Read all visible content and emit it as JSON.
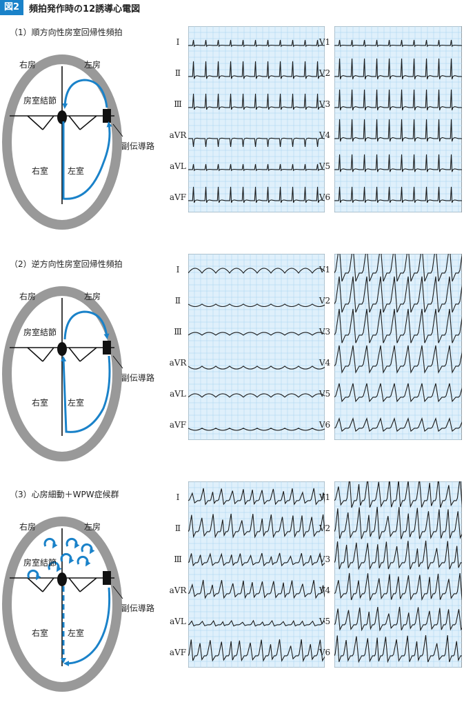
{
  "figure": {
    "badge": "図2",
    "title": "頻拍発作時の12誘導心電図"
  },
  "sections": [
    {
      "caption": "（1）順方向性房室回帰性頻拍",
      "labels": {
        "ra": "右房",
        "la": "左房",
        "avn": "房室結節",
        "rv": "右室",
        "lv": "左室",
        "ap": "副伝導路"
      }
    },
    {
      "caption": "（2）逆方向性房室回帰性頻拍",
      "labels": {
        "ra": "右房",
        "la": "左房",
        "avn": "房室結節",
        "rv": "右室",
        "lv": "左室",
        "ap": "副伝導路"
      }
    },
    {
      "caption": "（3）心房細動＋WPW症候群",
      "labels": {
        "ra": "右房",
        "la": "左房",
        "avn": "房室結節",
        "rv": "右室",
        "lv": "左室",
        "ap": "副伝導路"
      }
    }
  ],
  "leads_left": [
    "Ⅰ",
    "Ⅱ",
    "Ⅲ",
    "aVR",
    "aVL",
    "aVF"
  ],
  "leads_right": [
    "V1",
    "V2",
    "V3",
    "V4",
    "V5",
    "V6"
  ],
  "colors": {
    "accent": "#1a82c9",
    "wall": "#999999",
    "grid_bg": "#dff0fb",
    "grid_line": "#a7d3ef",
    "trace": "#1a1a1a"
  }
}
